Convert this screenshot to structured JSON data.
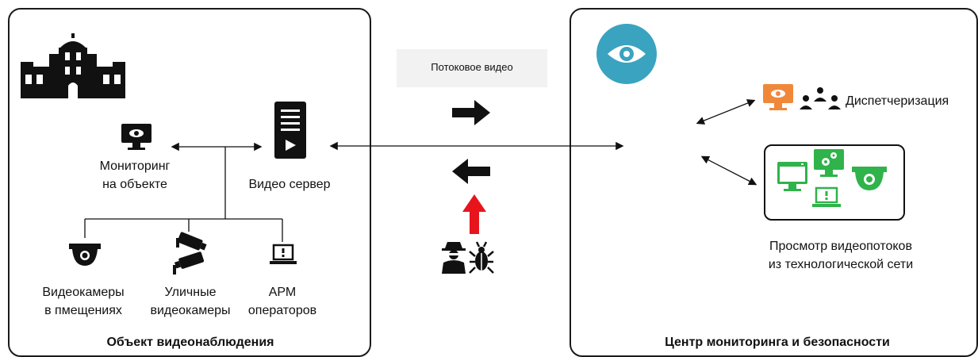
{
  "left_panel": {
    "title": "Объект видеонаблюдения",
    "monitoring_label_1": "Мониторинг",
    "monitoring_label_2": "на объекте",
    "server_label": "Видео сервер",
    "cams_indoor_1": "Видеокамеры",
    "cams_indoor_2": "в пмещениях",
    "cams_street_1": "Уличные",
    "cams_street_2": "видеокамеры",
    "arm_1": "АРМ",
    "arm_2": "операторов"
  },
  "middle": {
    "stream_label": "Потоковое видео"
  },
  "right_panel": {
    "title": "Центр мониторинга и безопасности",
    "dispatch_label": "Диспетчеризация",
    "view_label_1": "Просмотр видеопотоков",
    "view_label_2": "из технологической сети"
  },
  "colors": {
    "eye_circle": "#3aa3c0",
    "dispatch_monitor": "#f0883a",
    "tech_net": "#2fb34a",
    "threat_arrow": "#e8141c"
  },
  "icons": [
    "building-icon",
    "monitor-eye-icon",
    "server-icon",
    "dome-camera-icon",
    "street-camera-icon",
    "laptop-icon",
    "eye-icon",
    "operators-icon",
    "spy-icon",
    "bug-icon"
  ]
}
